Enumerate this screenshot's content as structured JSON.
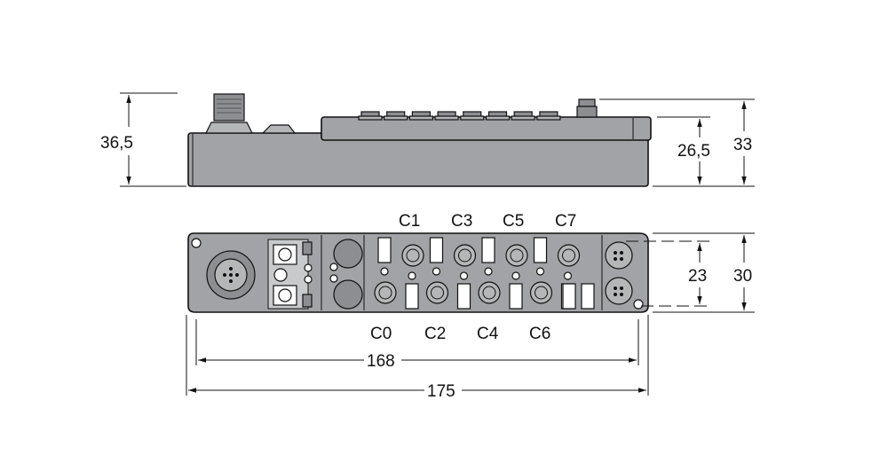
{
  "side_view": {
    "dimensions": {
      "overall_height": "36,5",
      "housing_height": "26,5",
      "height_with_connector": "33"
    }
  },
  "front_view": {
    "top_ports": [
      "C1",
      "C3",
      "C5",
      "C7"
    ],
    "bottom_ports": [
      "C0",
      "C2",
      "C4",
      "C6"
    ],
    "dimensions": {
      "hole_spacing_vertical": "23",
      "height": "30",
      "hole_spacing_horizontal": "168",
      "length": "175"
    }
  },
  "colors": {
    "housing": "#a2a3a6",
    "line": "#111111"
  }
}
